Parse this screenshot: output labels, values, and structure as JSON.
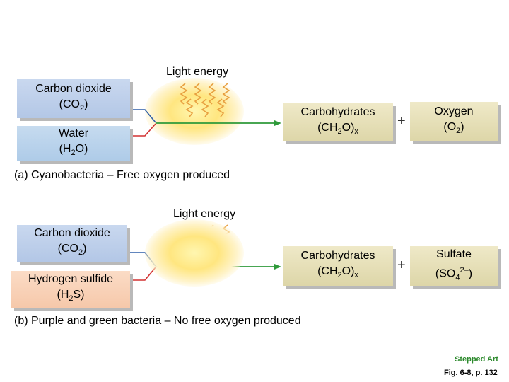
{
  "panel_a": {
    "light_label": "Light energy",
    "reactant1_line1": "Carbon dioxide",
    "reactant1_formula": "(CO2)",
    "reactant2_line1": "Water",
    "reactant2_formula": "(H2O)",
    "product1_line1": "Carbohydrates",
    "product1_formula": "(CH2O)x",
    "plus": "+",
    "product2_line1": "Oxygen",
    "product2_formula": "(O2)",
    "caption": "(a) Cyanobacteria – Free oxygen produced"
  },
  "panel_b": {
    "light_label": "Light energy",
    "reactant1_line1": "Carbon dioxide",
    "reactant1_formula": "(CO2)",
    "reactant2_line1": "Hydrogen sulfide",
    "reactant2_formula": "(H2S)",
    "product1_line1": "Carbohydrates",
    "product1_formula": "(CH2O)x",
    "plus": "+",
    "product2_line1": "Sulfate",
    "product2_formula": "(SO42–)",
    "caption": "(b) Purple and green bacteria – No free oxygen produced"
  },
  "footer": {
    "stepped_art": "Stepped Art",
    "figure_ref": "Fig. 6-8, p. 132"
  },
  "colors": {
    "arrow_green": "#2e9a3a",
    "line_blue": "#2f5fa8",
    "line_red": "#d23030",
    "wave_orange": "#e8a040"
  }
}
